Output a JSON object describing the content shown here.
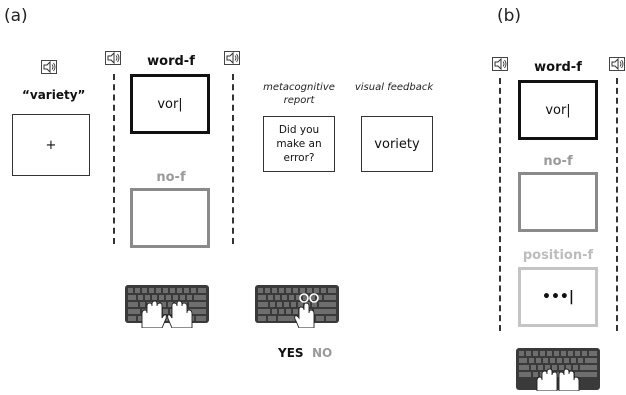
{
  "panel_a": {
    "label": "(a)",
    "stimulus_word": "“variety”",
    "fixation": "+",
    "word_f_label": "word-f",
    "word_f_text": "vor|",
    "no_f_label": "no-f",
    "metacog_caption": "metacognitive report",
    "metacog_question": "Did you make an error?",
    "visual_feedback_caption": "visual feedback",
    "visual_feedback_text": "voriety",
    "yes_label": "YES",
    "no_label": "NO"
  },
  "panel_b": {
    "label": "(b)",
    "word_f_label": "word-f",
    "word_f_text": "vor|",
    "no_f_label": "no-f",
    "position_f_label": "position-f",
    "position_f_text": "•••|"
  },
  "colors": {
    "black_border": "#111111",
    "gray_border": "#8a8a8a",
    "light_gray_border": "#c4c4c4",
    "gray_text": "#9a9a9a",
    "light_gray_text": "#bdbdbd",
    "keyboard": "#3a3a3a"
  },
  "icons": [
    "speaker-icon",
    "keyboard-icon",
    "hands-icon"
  ]
}
